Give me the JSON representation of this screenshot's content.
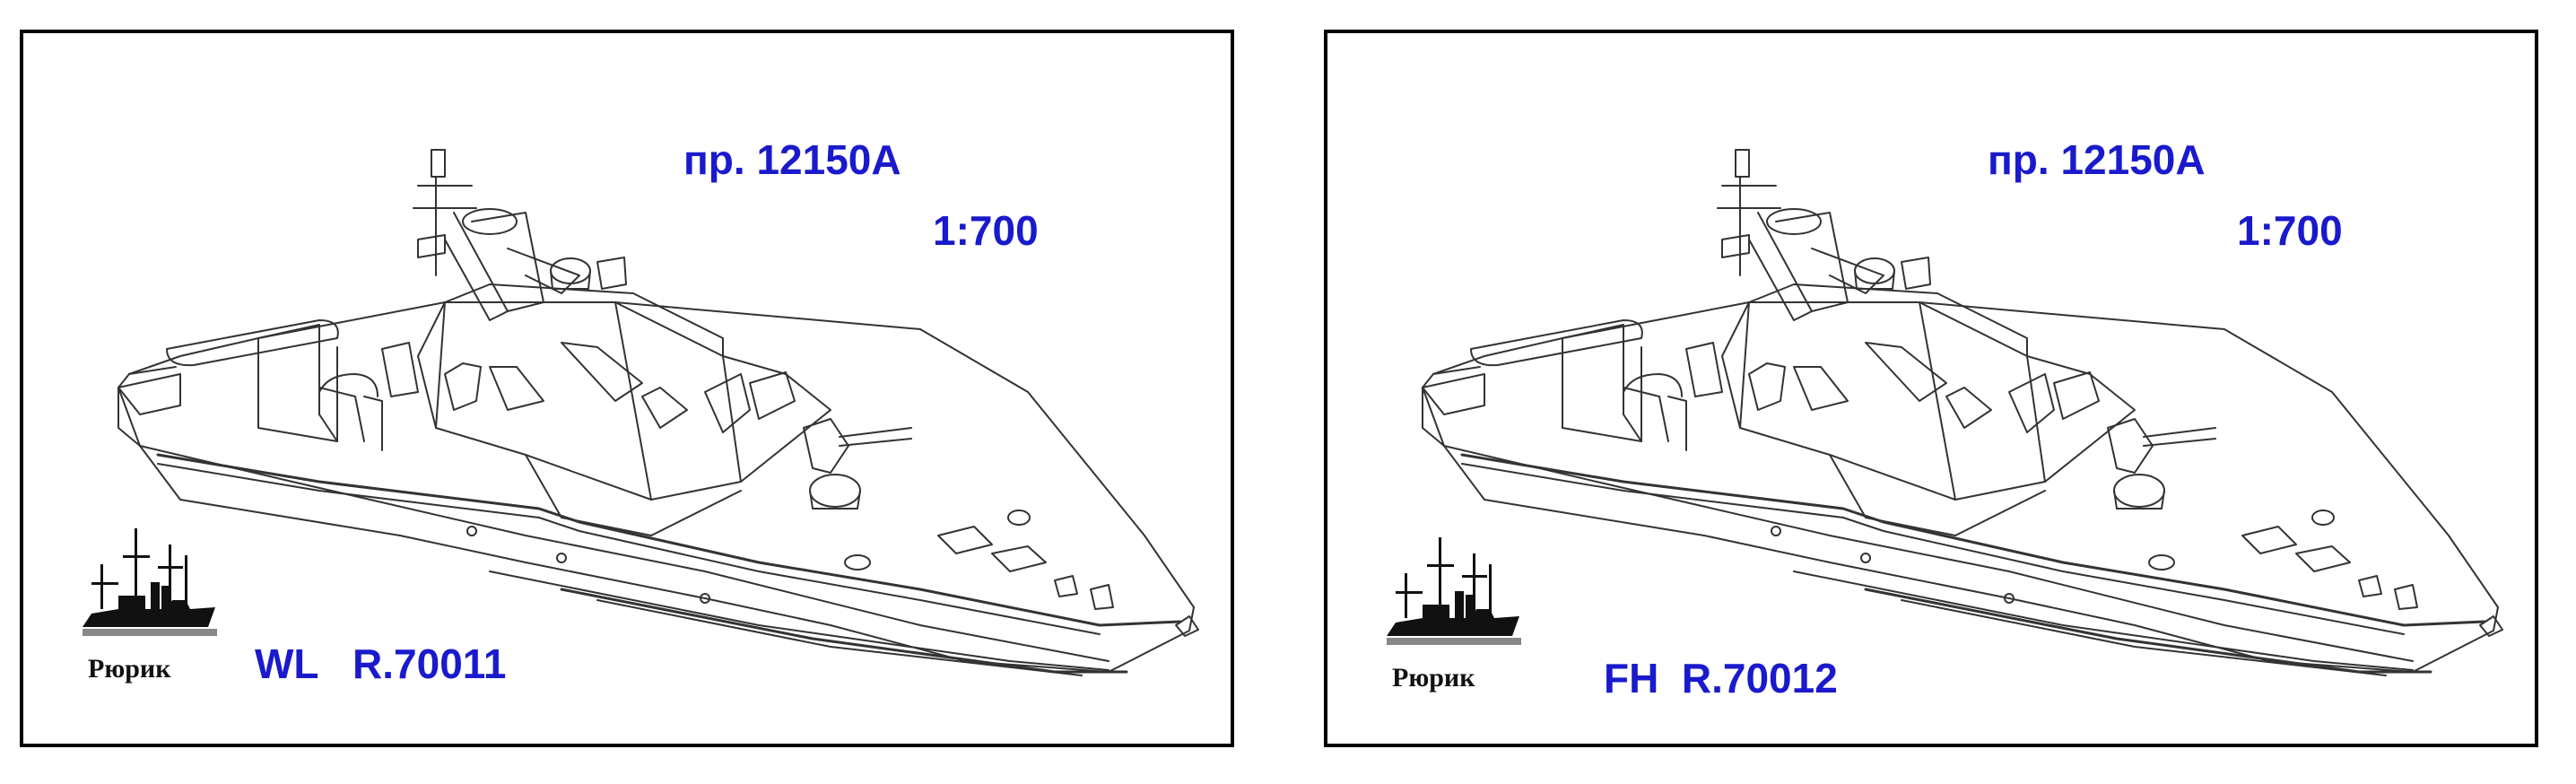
{
  "panels": [
    {
      "project": "пр. 12150А",
      "scale": "1:700",
      "code": "WL   R.70011",
      "logo_text": "Рюрик"
    },
    {
      "project": "пр. 12150А",
      "scale": "1:700",
      "code": "FH  R.70012",
      "logo_text": "Рюрик"
    }
  ],
  "colors": {
    "label_blue": "#1a1acc",
    "line": "#333333",
    "frame": "#000000"
  }
}
